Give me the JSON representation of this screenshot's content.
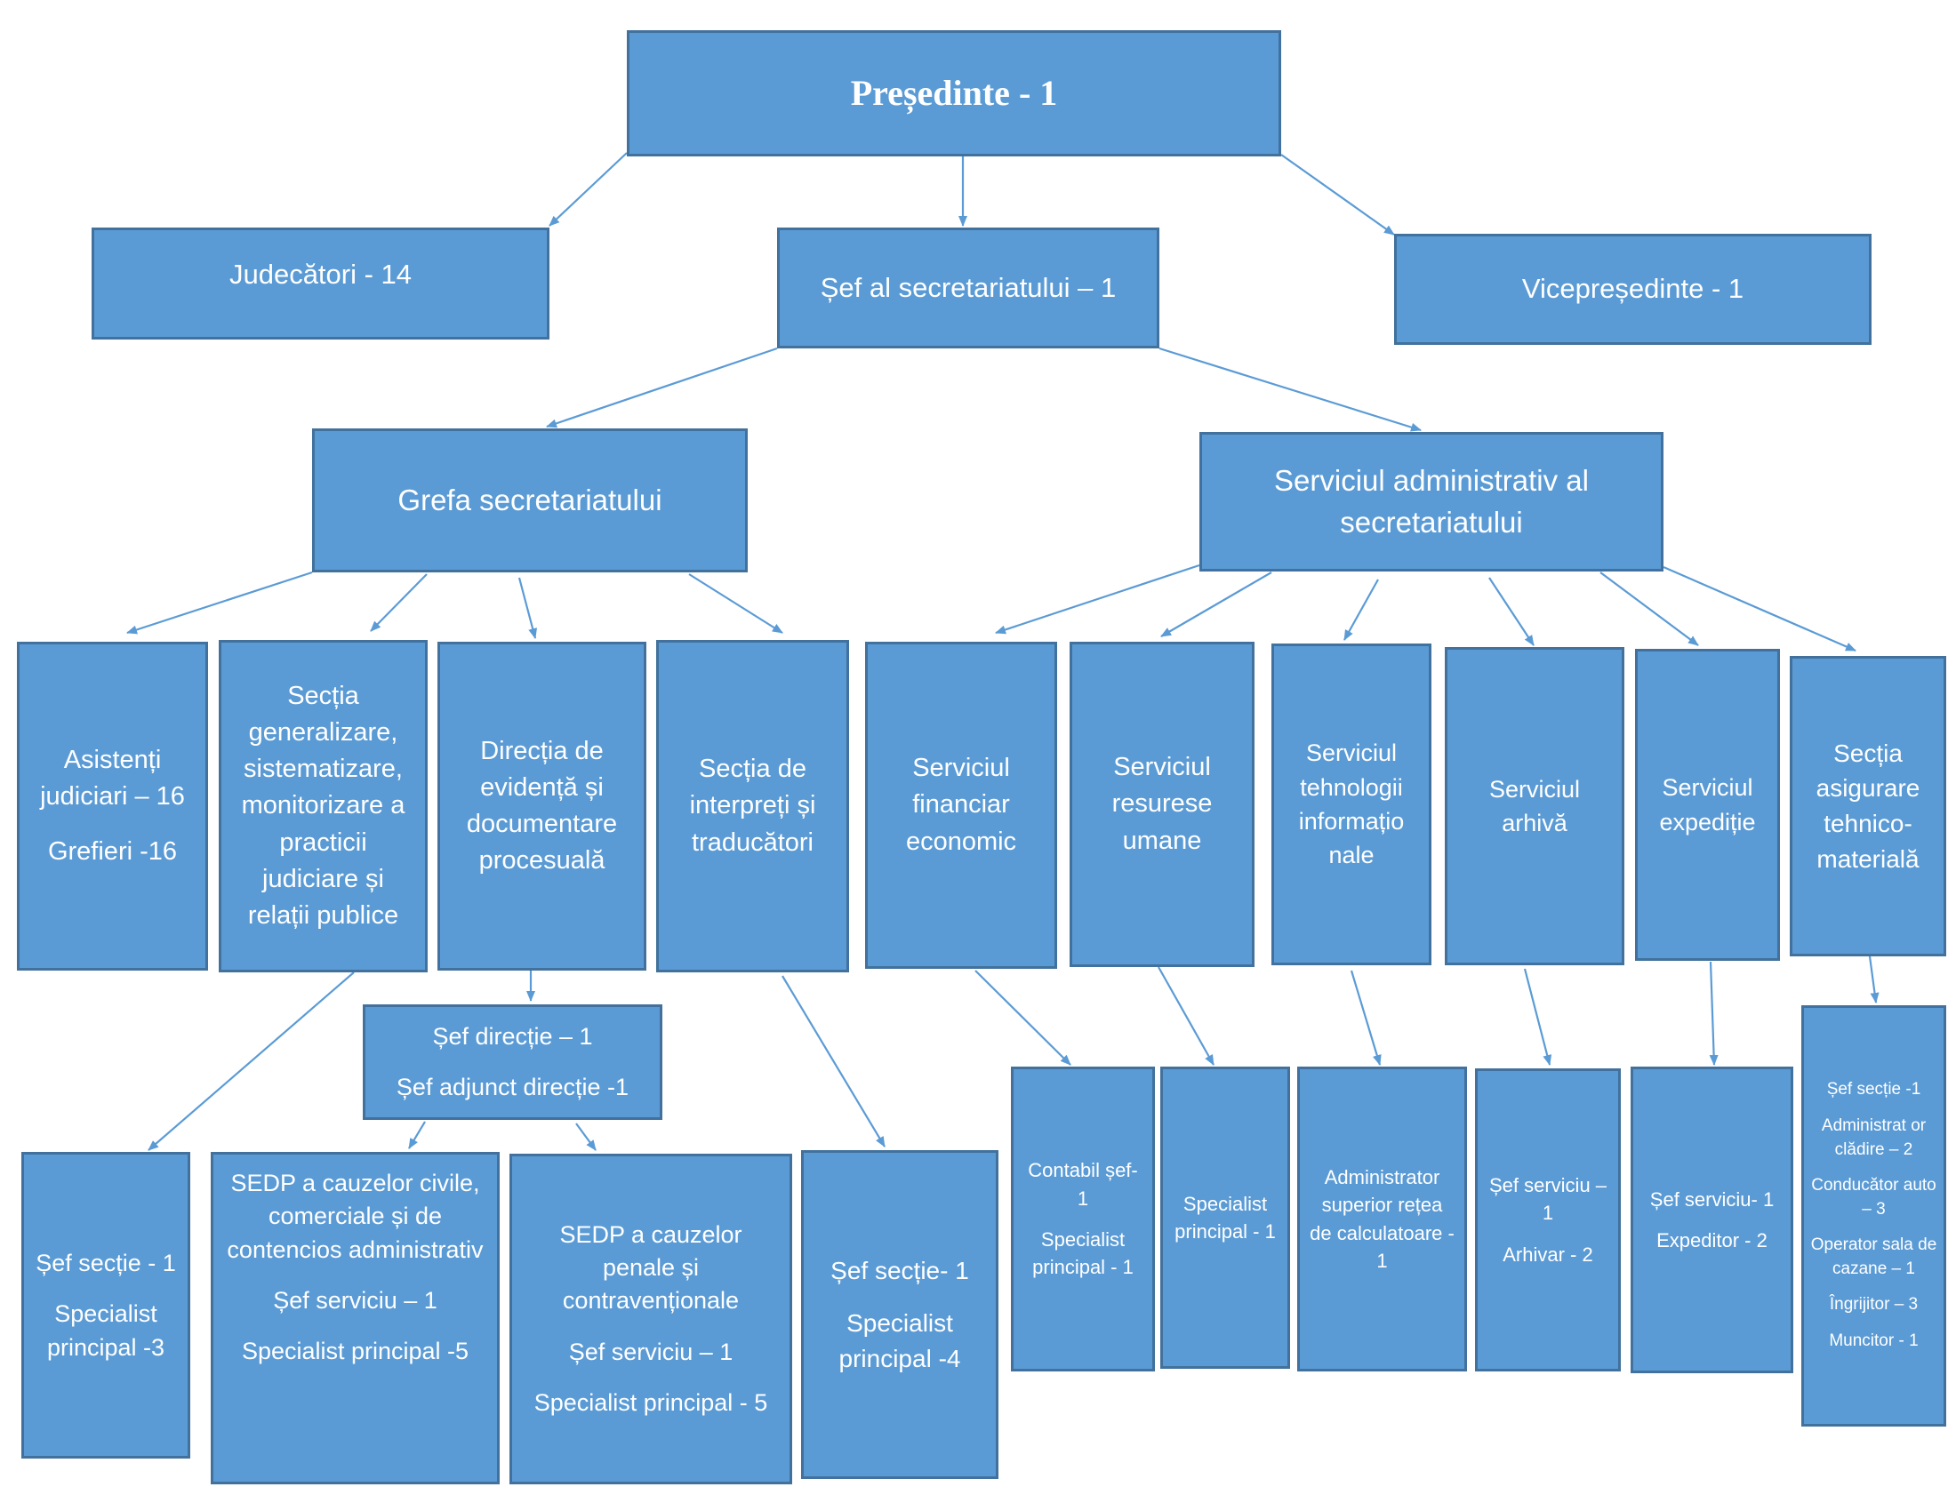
{
  "nodes": {
    "presedinte": {
      "title": "Președinte - 1"
    },
    "judecatori": {
      "title": "Judecători - 14"
    },
    "sef_secretariat": {
      "title": "Șef al secretariatului – 1"
    },
    "vicepresedinte": {
      "title": "Vicepreședinte - 1"
    },
    "grefa": {
      "title": "Grefa secretariatului"
    },
    "serviciul_admin": {
      "title": "Serviciul administrativ al secretariatului"
    },
    "asistenti": {
      "title": "Asistenți judiciari – 16",
      "lines": [
        "Grefieri -16"
      ]
    },
    "sectia_generalizare": {
      "title": "Secția generalizare, sistematizare, monitorizare a practicii judiciare și relații publice"
    },
    "directia_evidenta": {
      "title": "Direcția de evidență și documentare procesuală"
    },
    "sectia_interpreti": {
      "title": "Secția de interpreți și traducători"
    },
    "serviciul_financiar": {
      "title": "Serviciul financiar economic"
    },
    "serviciul_resurse": {
      "title": "Serviciul resurese umane"
    },
    "serviciul_tehnologii": {
      "title": "Serviciul tehnologii informațio nale"
    },
    "serviciul_arhiva": {
      "title": "Serviciul arhivă"
    },
    "serviciul_expeditie": {
      "title": "Serviciul expediție"
    },
    "sectia_asigurare": {
      "title": "Secția asigurare tehnico-materială"
    },
    "sef_directie": {
      "lines": [
        "Șef direcție – 1",
        "Șef adjunct direcție -1"
      ]
    },
    "sef_sectie_gen": {
      "lines": [
        "Șef secție - 1",
        "Specialist principal -3"
      ]
    },
    "sedp_civile": {
      "title": "SEDP a cauzelor civile, comerciale și de contencios administrativ",
      "lines": [
        "Șef serviciu – 1",
        "Specialist principal -5"
      ]
    },
    "sedp_penale": {
      "title": "SEDP a cauzelor penale și contravenționale",
      "lines": [
        "Șef serviciu – 1",
        "Specialist principal - 5"
      ]
    },
    "sef_sectie_interp": {
      "lines": [
        "Șef secție- 1",
        "Specialist principal -4"
      ]
    },
    "contabil": {
      "lines": [
        "Contabil șef- 1",
        "Specialist principal - 1"
      ]
    },
    "specialist_ru": {
      "lines": [
        "Specialist principal - 1"
      ]
    },
    "admin_retea": {
      "lines": [
        "Administrator superior rețea de calculatoare - 1"
      ]
    },
    "arhiva_staff": {
      "lines": [
        "Șef serviciu – 1",
        "Arhivar - 2"
      ]
    },
    "expeditie_staff": {
      "lines": [
        "Șef serviciu- 1",
        "Expeditor - 2"
      ]
    },
    "asigurare_staff": {
      "lines": [
        "Șef secție -1",
        "Administrat or clădire – 2",
        "Conducător auto – 3",
        "Operator sala de cazane – 1",
        "Îngrijitor – 3",
        "Muncitor - 1"
      ]
    }
  }
}
